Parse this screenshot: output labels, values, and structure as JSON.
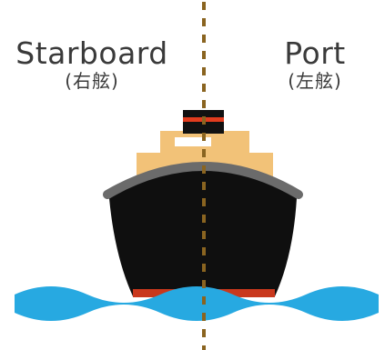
{
  "labels": {
    "starboard": {
      "name": "Starboard",
      "japanese": "(右舷)"
    },
    "port": {
      "name": "Port",
      "japanese": "(左舷)"
    }
  },
  "colors": {
    "hull": "#0f0f0f",
    "superstructure": "#f2c278",
    "gunwale": "#6b6b6b",
    "funnel_stripe": "#e23c1e",
    "sea": "#27a9e1",
    "centerline": "#8a6420",
    "text": "#3a3a3a"
  }
}
